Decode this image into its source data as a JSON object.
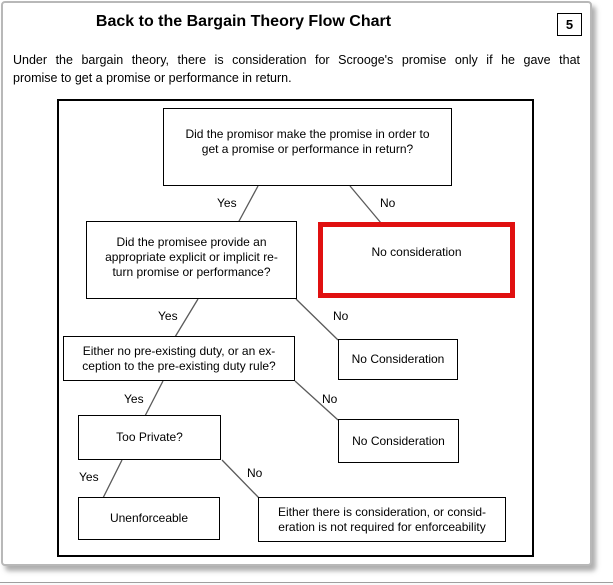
{
  "page": {
    "title": "Back to the Bargain Theory Flow Chart",
    "page_number": "5",
    "intro_line1": "Under the bargain theory, there is consideration for Scrooge's promise only if he gave that",
    "intro_line2": "promise to get a promise or performance in return."
  },
  "colors": {
    "highlight_red": "#e01010",
    "box_border": "#000000",
    "connector": "#5a5a5a"
  },
  "flowchart": {
    "nodes": {
      "promisor_question": "Did the promisor make the promise in order to\nget a promise or performance in return?",
      "no_consideration_highlighted": "No consideration",
      "promisee_question": "Did the promisee provide an\nappropriate explicit or implicit re-\nturn promise or performance?",
      "no_consideration_1": "No Consideration",
      "preexisting_duty_question": "Either no pre-existing duty, or an ex-\nception to the pre-existing duty rule?",
      "no_consideration_2": "No Consideration",
      "too_private_question": "Too Private?",
      "unenforceable": "Unenforceable",
      "enforceable_outcome": "Either there is consideration, or consid-\neration is not required for enforceability"
    },
    "branch_labels": {
      "promisor_yes": "Yes",
      "promisor_no": "No",
      "promisee_yes": "Yes",
      "promisee_no": "No",
      "duty_yes": "Yes",
      "duty_no": "No",
      "private_yes": "Yes",
      "private_no": "No"
    }
  }
}
